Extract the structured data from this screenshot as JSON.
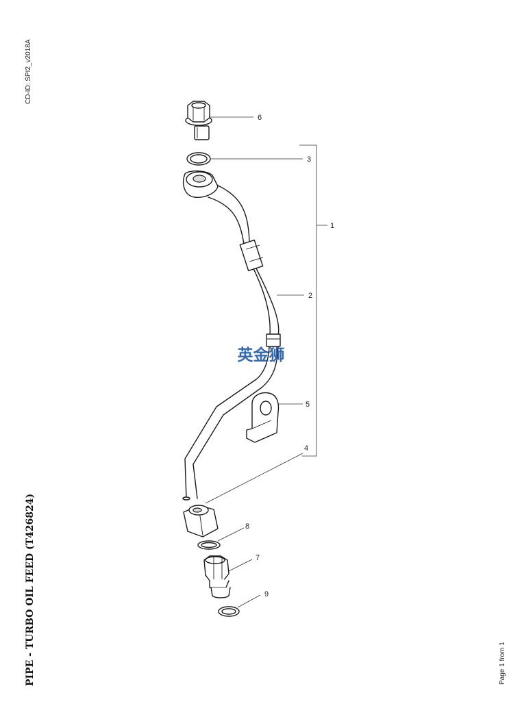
{
  "header": {
    "cd_id": "CD-ID: SPI2_v2018A"
  },
  "title": "PIPE - TURBO OIL FEED (T426824)",
  "footer": {
    "page": "Page 1 from 1"
  },
  "watermark": "英金狮",
  "colors": {
    "line": "#1a1a1a",
    "watermark": "#1f5aa8",
    "background": "#ffffff"
  },
  "callouts": {
    "c1": "1",
    "c2": "2",
    "c3": "3",
    "c4": "4",
    "c5": "5",
    "c6": "6",
    "c7": "7",
    "c8": "8",
    "c9": "9"
  }
}
